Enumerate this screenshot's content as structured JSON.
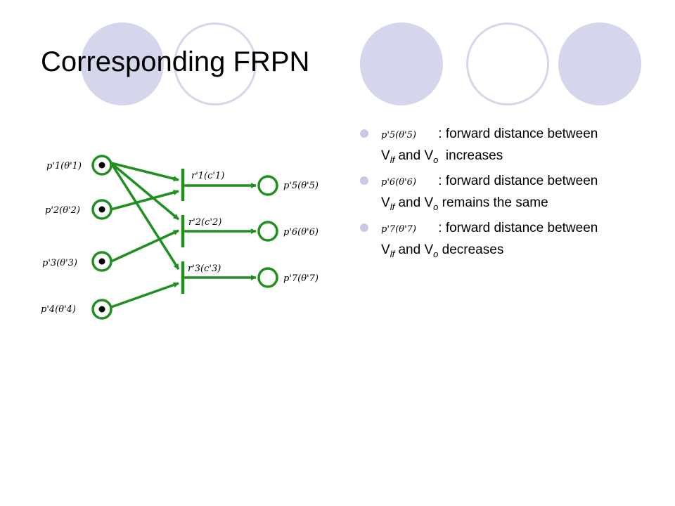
{
  "title": "Corresponding FRPN",
  "colors": {
    "accent": "#d5d5ec",
    "net": "#1f8f1f"
  },
  "diagram": {
    "places": [
      {
        "label": "p'1(θ'1)",
        "marked": true
      },
      {
        "label": "p'2(θ'2)",
        "marked": true
      },
      {
        "label": "p'3(θ'3)",
        "marked": true
      },
      {
        "label": "p'4(θ'4)",
        "marked": true
      },
      {
        "label": "p'5(θ'5)",
        "marked": false
      },
      {
        "label": "p'6(θ'6)",
        "marked": false
      },
      {
        "label": "p'7(θ'7)",
        "marked": false
      }
    ],
    "transitions": [
      {
        "label": "r'1(c'1)"
      },
      {
        "label": "r'2(c'2)"
      },
      {
        "label": "r'3(c'3)"
      }
    ],
    "arcs": [
      [
        "p'1",
        "r'1"
      ],
      [
        "p'1",
        "r'2"
      ],
      [
        "p'1",
        "r'3"
      ],
      [
        "p'2",
        "r'1"
      ],
      [
        "p'3",
        "r'2"
      ],
      [
        "p'4",
        "r'3"
      ],
      [
        "r'1",
        "p'5"
      ],
      [
        "r'2",
        "p'6"
      ],
      [
        "r'3",
        "p'7"
      ]
    ]
  },
  "bullets": [
    {
      "formula": "p'5(θ'5)",
      "text_a": " : forward distance between",
      "v1": "V",
      "v1_sub": "lf",
      "and": " and ",
      "v2": "V",
      "v2_sub": "o",
      "text_b": "  increases"
    },
    {
      "formula": "p'6(θ'6)",
      "text_a": " : forward distance between",
      "v1": "V",
      "v1_sub": "lf",
      "and": " and ",
      "v2": "V",
      "v2_sub": "o",
      "text_b": " remains the same"
    },
    {
      "formula": "p'7(θ'7)",
      "text_a": " : forward distance between",
      "v1": "V",
      "v1_sub": "lf",
      "and": " and ",
      "v2": "V",
      "v2_sub": "o",
      "text_b": " decreases"
    }
  ]
}
